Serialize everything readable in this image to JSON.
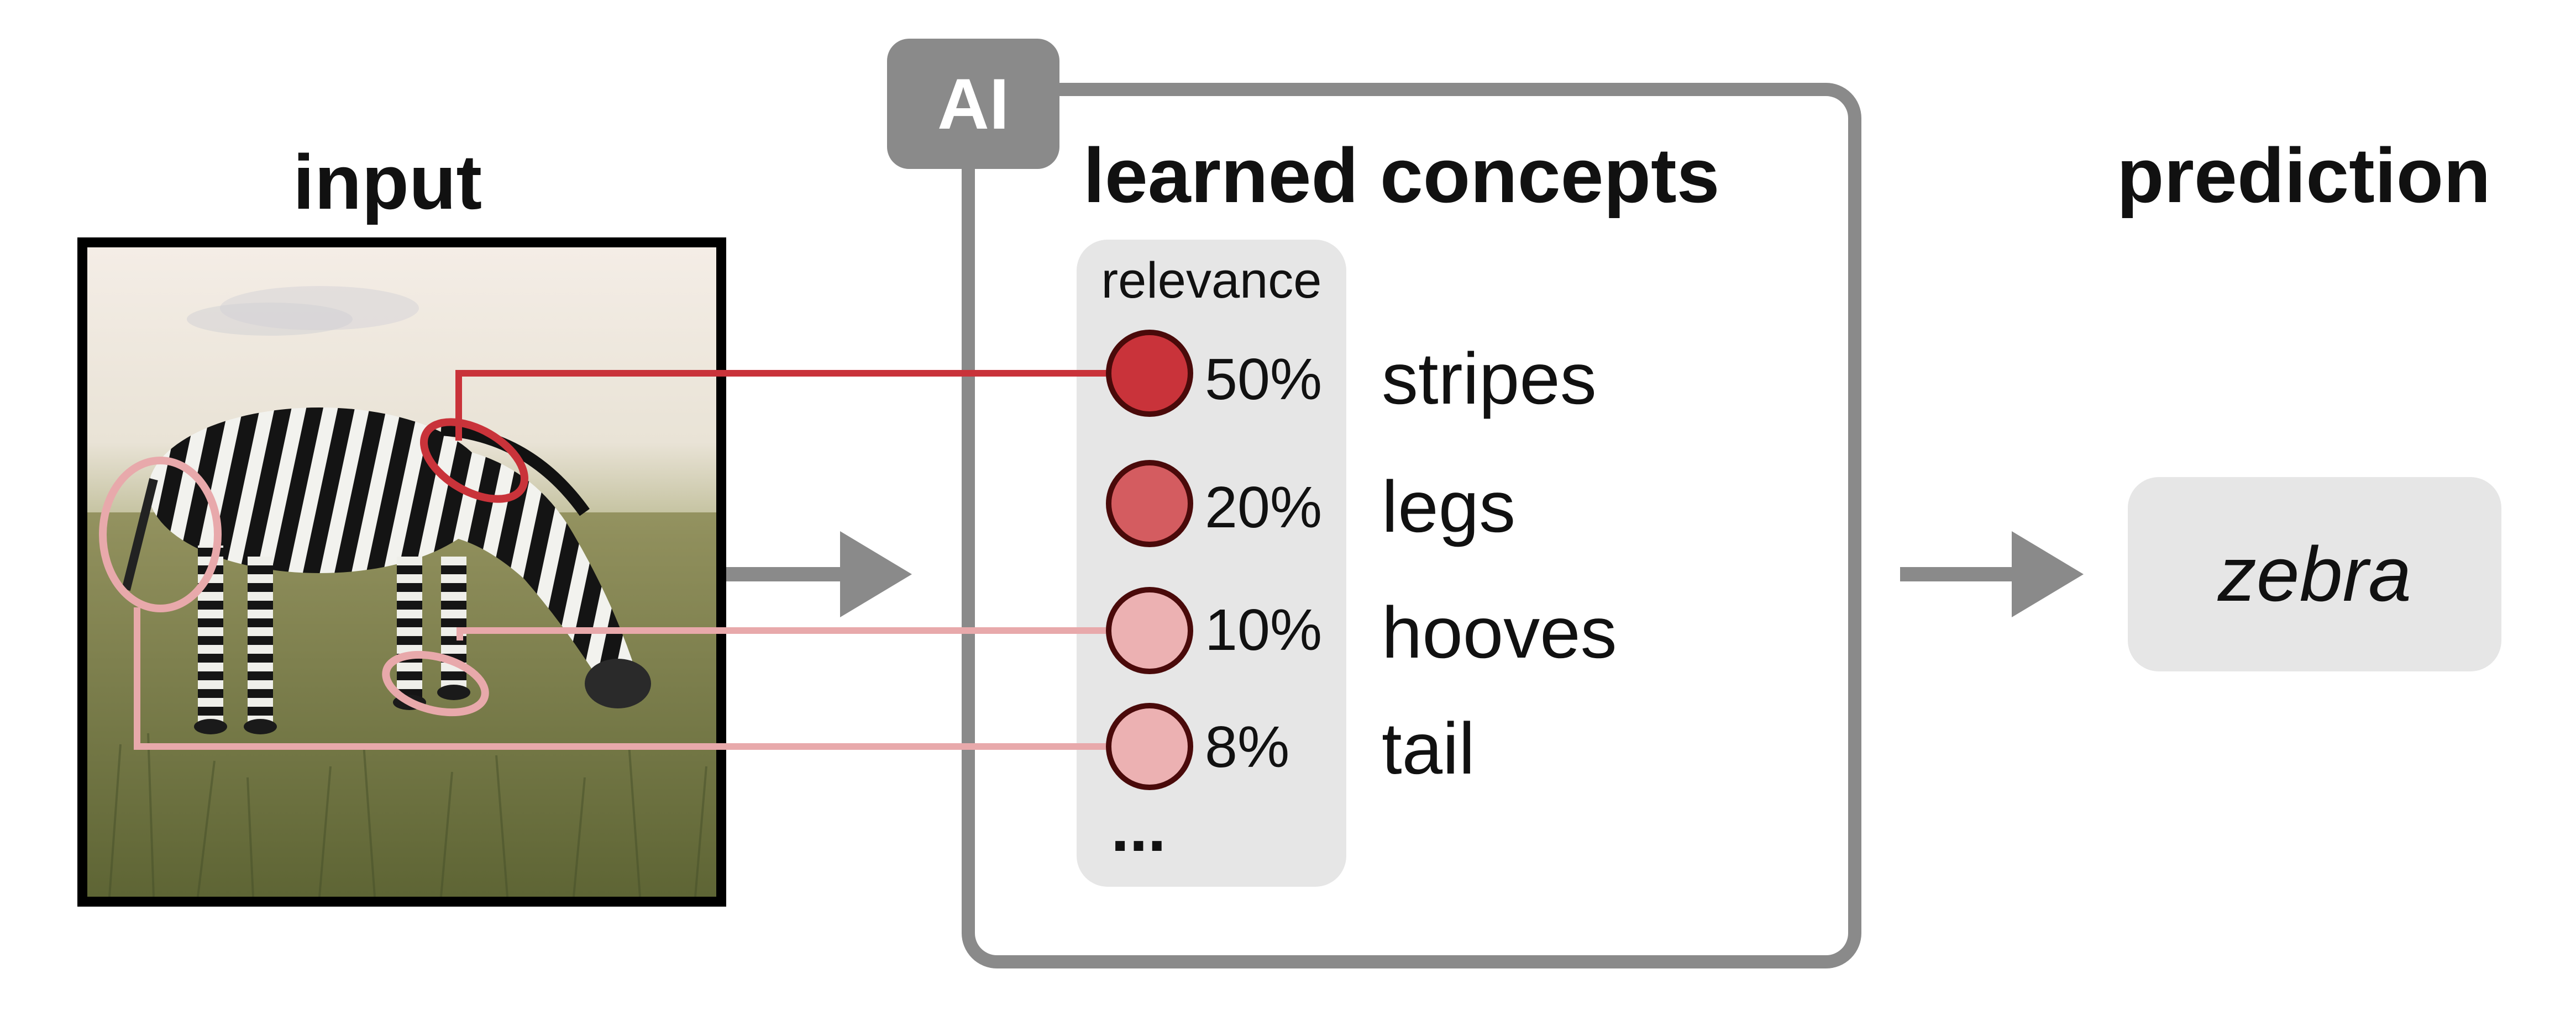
{
  "headings": {
    "input": "input",
    "concepts": "learned concepts",
    "prediction": "prediction"
  },
  "ai_badge": "AI",
  "relevance_label": "relevance",
  "concepts": [
    {
      "name": "stripes",
      "relevance": "50%",
      "color": "#c9333a"
    },
    {
      "name": "legs",
      "relevance": "20%",
      "color": "#d45c60"
    },
    {
      "name": "hooves",
      "relevance": "10%",
      "color": "#ecb1b2"
    },
    {
      "name": "tail",
      "relevance": "8%",
      "color": "#ecb1b2"
    }
  ],
  "ellipsis": "...",
  "prediction": "zebra",
  "colors": {
    "frame_gray": "#8a8a8a",
    "panel_gray": "#e6e6e6",
    "strong_red": "#c9333a",
    "light_pink": "#e8a9ab",
    "circle_outline": "#4a0a0a"
  }
}
